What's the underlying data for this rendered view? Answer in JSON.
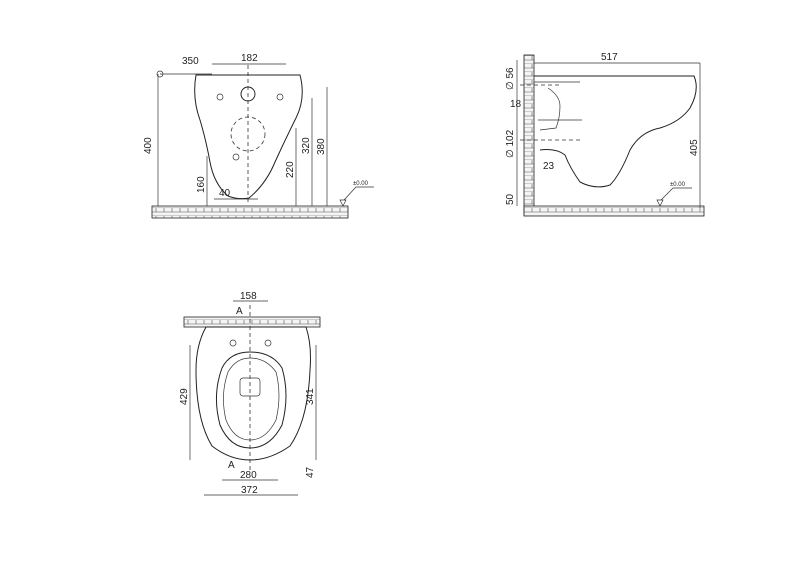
{
  "front_view": {
    "dims": {
      "offset": "350",
      "inlet_spacing": "182",
      "total_height": "400",
      "height_380": "380",
      "height_320": "320",
      "height_220": "220",
      "height_160": "160",
      "width_40": "40"
    },
    "floor_level": "±0.00"
  },
  "side_view": {
    "dims": {
      "length": "517",
      "diam_56": "∅ 56",
      "gap_18": "18",
      "diam_102": "∅ 102",
      "gap_23": "23",
      "height": "405",
      "base_50": "50"
    },
    "floor_level": "±0.00"
  },
  "top_view": {
    "dims": {
      "bolt_spacing": "158",
      "depth": "429",
      "seat_depth": "341",
      "inner_width": "280",
      "outer_width": "372",
      "front_offset": "47"
    },
    "section_mark_top": "A",
    "section_mark_bottom": "A"
  }
}
